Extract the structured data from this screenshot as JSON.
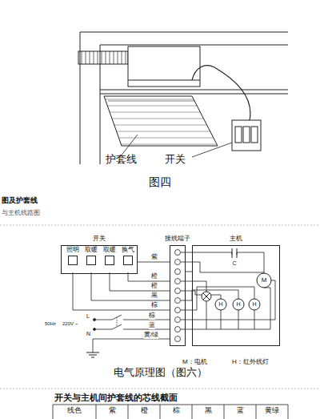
{
  "diagram": {
    "caption": "电气原理图（图六）",
    "nodes": [
      {
        "text": [
          "开关"
        ]
      },
      {
        "text": [
          "照明"
        ],
        "in": 0
      },
      {
        "text": [
          "取暖"
        ],
        "in": 0
      },
      {
        "text": [
          "取暖"
        ],
        "in": 0
      },
      {
        "text": [
          "换气"
        ],
        "in": 0
      },
      {
        "text": [
          "接线端子"
        ]
      },
      {
        "text": [
          "主机"
        ]
      }
    ],
    "edges": [
      {
        "from": 0,
        "to": 5,
        "arrow": "none",
        "label": "紫"
      },
      {
        "from": 1,
        "to": 5,
        "arrow": "none",
        "label": "棕"
      },
      {
        "from": 2,
        "to": 5,
        "arrow": "none",
        "label": "黑"
      },
      {
        "from": 3,
        "to": 5,
        "arrow": "none",
        "label": "橙"
      },
      {
        "from": 4,
        "to": 5,
        "arrow": "none",
        "label": "橙"
      },
      {
        "from": 5,
        "to": 6,
        "arrow": "none"
      }
    ],
    "labels": [
      "护套线",
      "开关",
      "图四",
      "图及护套线",
      "与主机线路图",
      "C",
      "M",
      "H",
      "H",
      "H",
      "L",
      "N",
      "50Hz",
      "220V ~",
      "棕",
      "蓝",
      "黄/绿",
      "M：电机",
      "H：红外线灯",
      "开关与主机间护套线的芯线截面",
      "线色",
      "紫",
      "橙",
      "棕",
      "黑",
      "蓝",
      "黄绿"
    ]
  }
}
